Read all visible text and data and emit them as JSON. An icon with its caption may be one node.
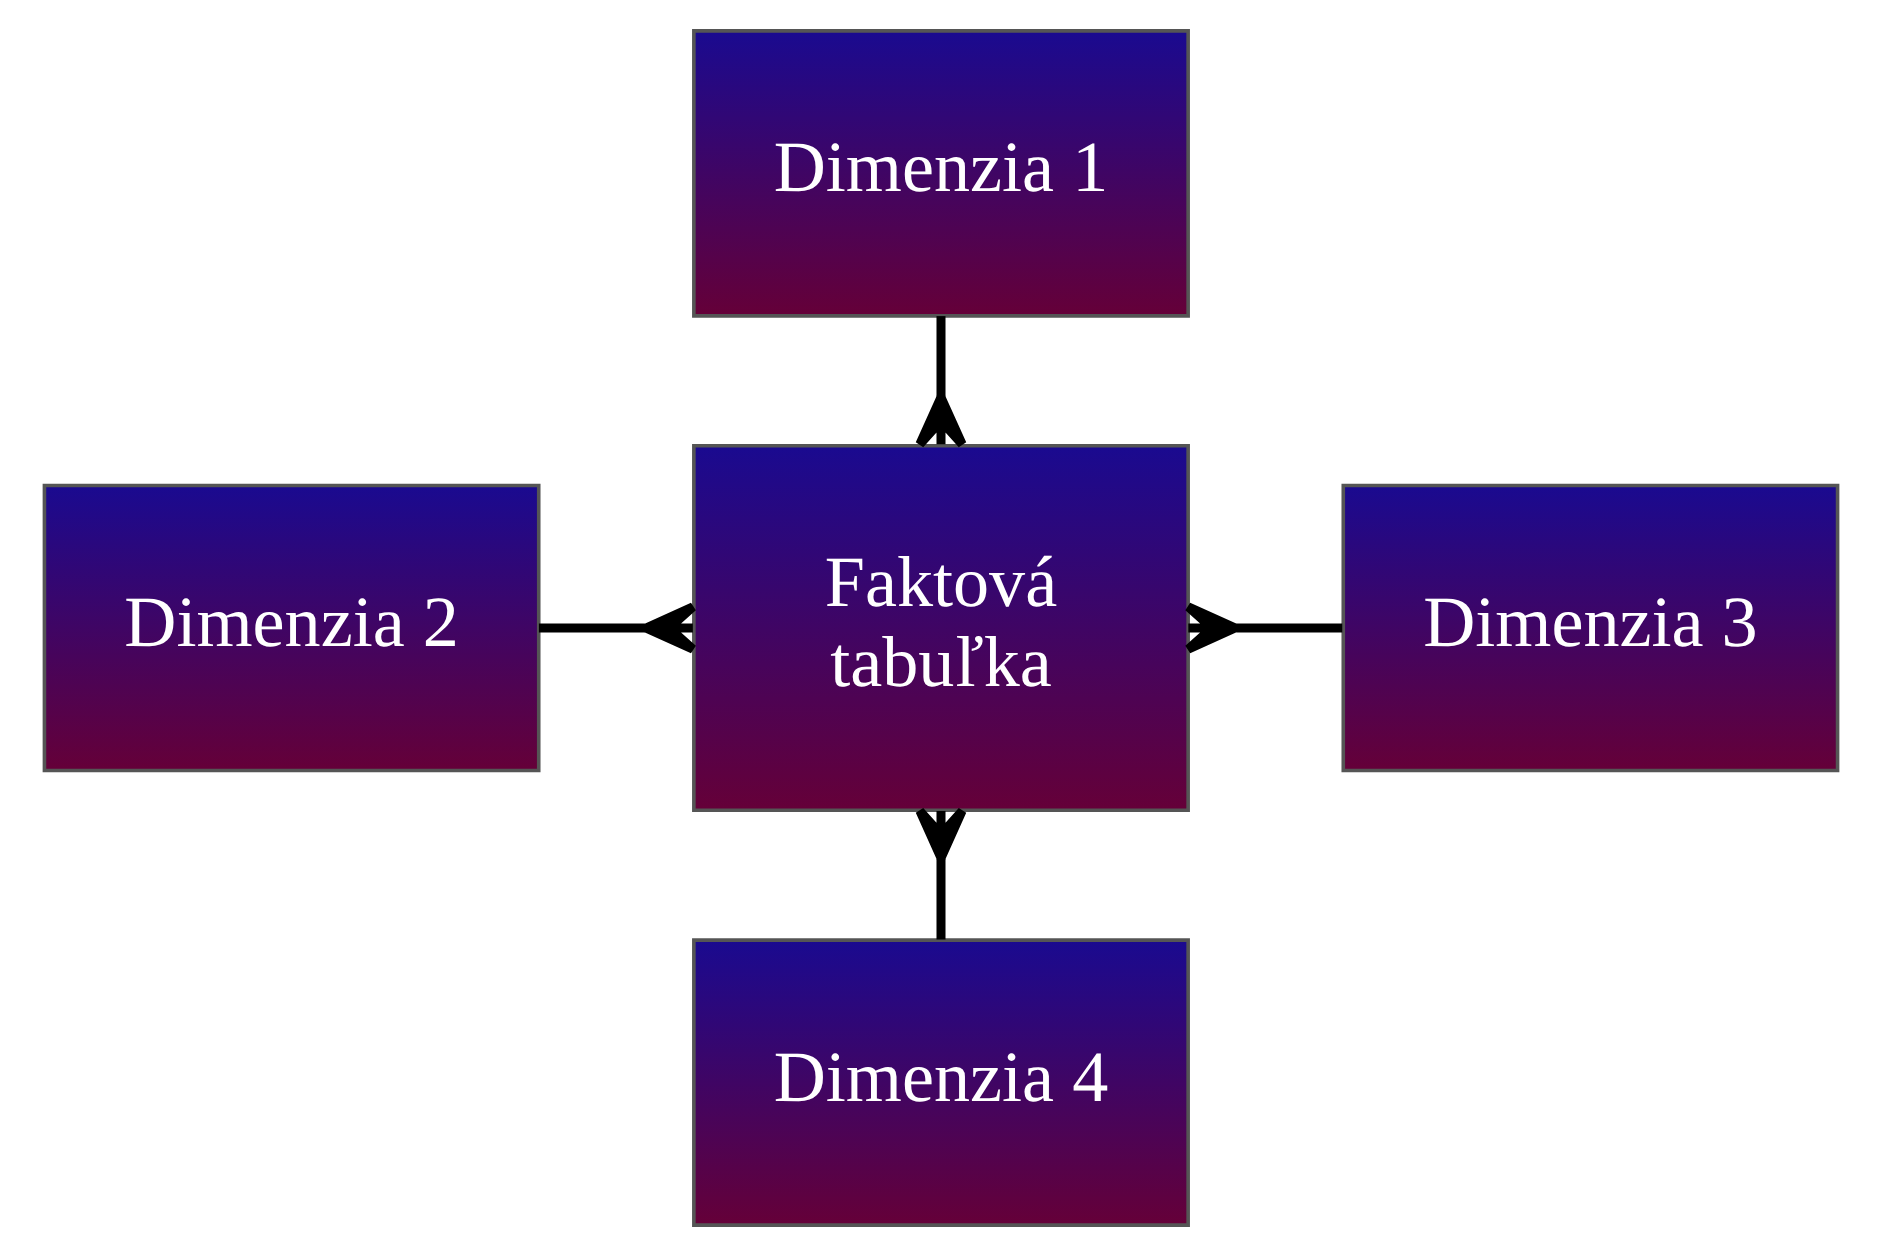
{
  "diagram": {
    "nodes": [
      {
        "text": [
          "Dimenzia 1"
        ]
      },
      {
        "text": [
          "Dimenzia 2"
        ]
      },
      {
        "text": [
          "Faktová tabuľka"
        ]
      },
      {
        "text": [
          "Dimenzia 3"
        ]
      },
      {
        "text": [
          "Dimenzia 4"
        ]
      }
    ],
    "edges": [
      {
        "from": 0,
        "to": 2,
        "arrow": "other"
      },
      {
        "from": 1,
        "to": 2,
        "arrow": "other"
      },
      {
        "from": 2,
        "to": 3,
        "arrow": "other"
      },
      {
        "from": 2,
        "to": 4,
        "arrow": "other"
      }
    ]
  }
}
